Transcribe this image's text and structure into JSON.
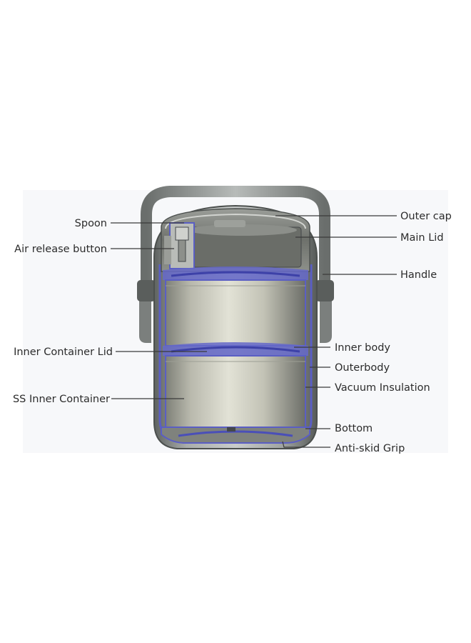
{
  "labels": {
    "spoon": "Spoon",
    "air_release_button": "Air release button",
    "inner_container_lid": "Inner Container Lid",
    "ss_inner_container": "SS Inner Container",
    "outer_cap": "Outer cap",
    "main_lid": "Main Lid",
    "handle": "Handle",
    "inner_body": "Inner body",
    "outerbody": "Outerbody",
    "vacuum_insulation": "Vacuum Insulation",
    "bottom": "Bottom",
    "anti_skid_grip": "Anti-skid Grip"
  },
  "colors": {
    "steel_light": "#d8d8cc",
    "steel_dark": "#6f736c",
    "blue_seal": "#4a4fb8",
    "shell": "#8a8e8c"
  }
}
